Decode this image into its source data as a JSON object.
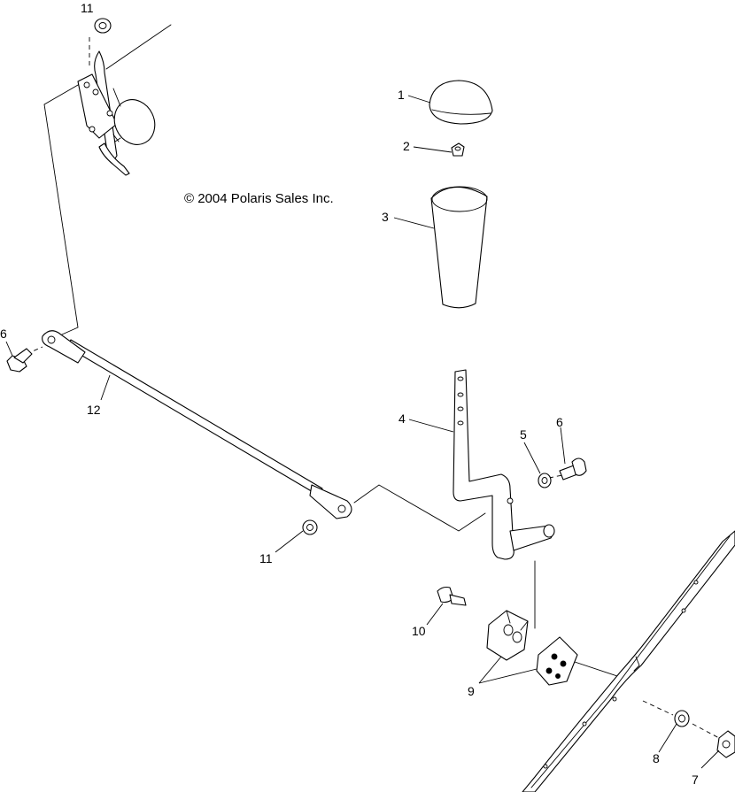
{
  "copyright": "© 2004 Polaris Sales Inc.",
  "callouts": [
    {
      "id": "c1",
      "text": "1"
    },
    {
      "id": "c2",
      "text": "2"
    },
    {
      "id": "c3",
      "text": "3"
    },
    {
      "id": "c4",
      "text": "4"
    },
    {
      "id": "c5",
      "text": "5"
    },
    {
      "id": "c6a",
      "text": "6"
    },
    {
      "id": "c6b",
      "text": "6"
    },
    {
      "id": "c7",
      "text": "7"
    },
    {
      "id": "c8",
      "text": "8"
    },
    {
      "id": "c9",
      "text": "9"
    },
    {
      "id": "c10",
      "text": "10"
    },
    {
      "id": "c11a",
      "text": "11"
    },
    {
      "id": "c11b",
      "text": "11"
    },
    {
      "id": "c12",
      "text": "12"
    }
  ]
}
